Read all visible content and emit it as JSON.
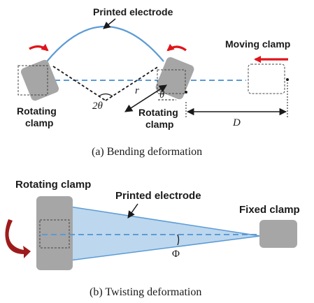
{
  "bending": {
    "caption": "(a) Bending deformation",
    "printed_electrode_label": "Printed electrode",
    "moving_clamp_label": "Moving clamp",
    "rotating_clamp_left_label_line1": "Rotating",
    "rotating_clamp_left_label_line2": "clamp",
    "rotating_clamp_right_label_line1": "Rotating",
    "rotating_clamp_right_label_line2": "clamp",
    "angle_2theta": "2θ",
    "radius_r": "r",
    "angle_theta": "θ",
    "distance_D": "D"
  },
  "twisting": {
    "caption": "(b) Twisting deformation",
    "rotating_clamp_label": "Rotating clamp",
    "printed_electrode_label": "Printed electrode",
    "fixed_clamp_label": "Fixed clamp",
    "angle_phi": "Φ"
  },
  "colors": {
    "clamp_fill": "#a6a6a6",
    "electrode_line": "#5b9bd5",
    "electrode_fill": "#bdd7ee",
    "arrow_red": "#e0141b",
    "twist_arrow": "#9e1b1b",
    "ink": "#1a1a1a"
  }
}
